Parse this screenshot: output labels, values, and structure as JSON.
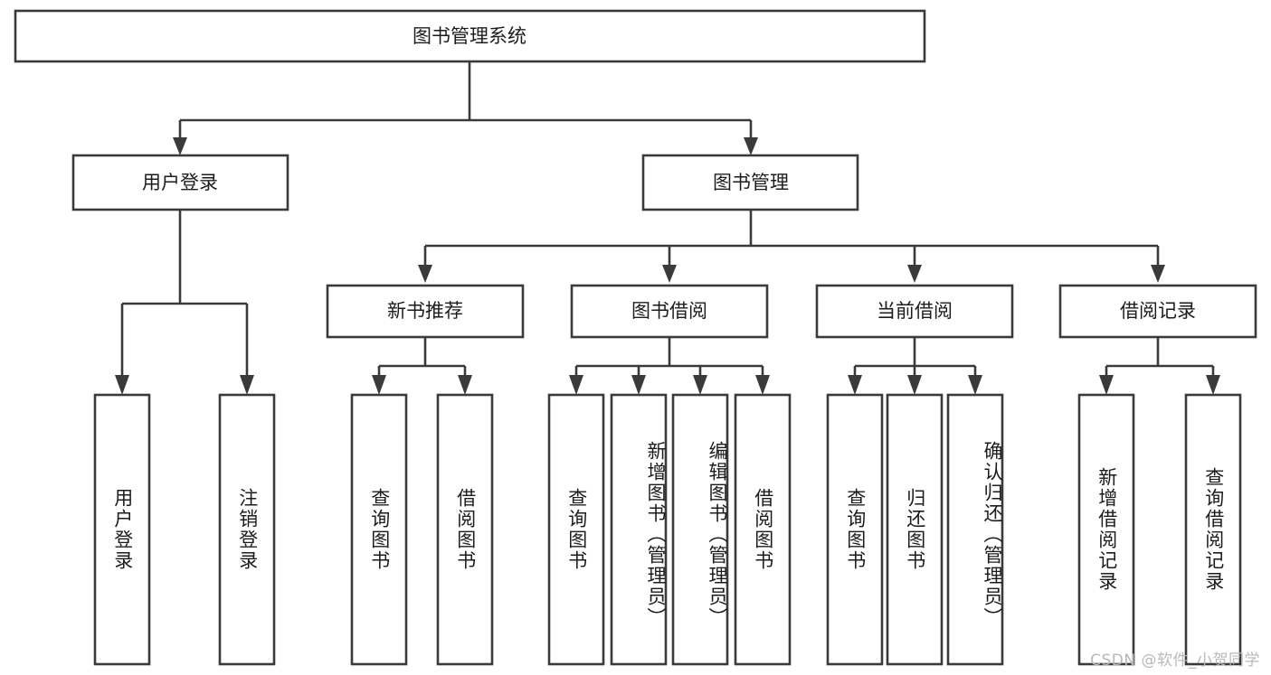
{
  "diagram": {
    "title": "图书管理系统",
    "type": "hierarchy-tree",
    "orientation": "top-down",
    "levels": 4,
    "root": {
      "id": "root",
      "label": "图书管理系统",
      "text_orientation": "horizontal"
    },
    "level2": [
      {
        "id": "user-login",
        "label": "用户登录",
        "text_orientation": "horizontal"
      },
      {
        "id": "book-management",
        "label": "图书管理",
        "text_orientation": "horizontal"
      }
    ],
    "level3": [
      {
        "id": "new-book-recommend",
        "label": "新书推荐",
        "parent": "book-management",
        "text_orientation": "horizontal"
      },
      {
        "id": "book-borrow",
        "label": "图书借阅",
        "parent": "book-management",
        "text_orientation": "horizontal"
      },
      {
        "id": "current-borrow",
        "label": "当前借阅",
        "parent": "book-management",
        "text_orientation": "horizontal"
      },
      {
        "id": "borrow-record",
        "label": "借阅记录",
        "parent": "book-management",
        "text_orientation": "horizontal"
      }
    ],
    "leaves": [
      {
        "id": "leaf-user-login",
        "label": "用户登录",
        "parent": "user-login",
        "text_orientation": "vertical"
      },
      {
        "id": "leaf-logout-login",
        "label": "注销登录",
        "parent": "user-login",
        "text_orientation": "vertical"
      },
      {
        "id": "leaf-query-book-1",
        "label": "查询图书",
        "parent": "new-book-recommend",
        "text_orientation": "vertical"
      },
      {
        "id": "leaf-borrow-book-1",
        "label": "借阅图书",
        "parent": "new-book-recommend",
        "text_orientation": "vertical"
      },
      {
        "id": "leaf-query-book-2",
        "label": "查询图书",
        "parent": "book-borrow",
        "text_orientation": "vertical"
      },
      {
        "id": "leaf-add-book",
        "label": "新增图书（管理员）",
        "parent": "book-borrow",
        "text_orientation": "vertical"
      },
      {
        "id": "leaf-edit-book",
        "label": "编辑图书（管理员）",
        "parent": "book-borrow",
        "text_orientation": "vertical"
      },
      {
        "id": "leaf-borrow-book-2",
        "label": "借阅图书",
        "parent": "book-borrow",
        "text_orientation": "vertical"
      },
      {
        "id": "leaf-query-book-3",
        "label": "查询图书",
        "parent": "current-borrow",
        "text_orientation": "vertical"
      },
      {
        "id": "leaf-return-book",
        "label": "归还图书",
        "parent": "current-borrow",
        "text_orientation": "vertical"
      },
      {
        "id": "leaf-confirm-return",
        "label": "确认归还（管理员）",
        "parent": "current-borrow",
        "text_orientation": "vertical"
      },
      {
        "id": "leaf-add-record",
        "label": "新增借阅记录",
        "parent": "borrow-record",
        "text_orientation": "vertical"
      },
      {
        "id": "leaf-query-record",
        "label": "查询借阅记录",
        "parent": "borrow-record",
        "text_orientation": "vertical"
      }
    ],
    "colors": {
      "box_stroke": "#3a3a3a",
      "box_fill": "#ffffff",
      "text": "#1c1c1c",
      "connector": "#3a3a3a",
      "background": "#ffffff",
      "watermark": "#b9b9b9"
    }
  },
  "watermark": {
    "text": "CSDN @软件_小贺同学"
  }
}
